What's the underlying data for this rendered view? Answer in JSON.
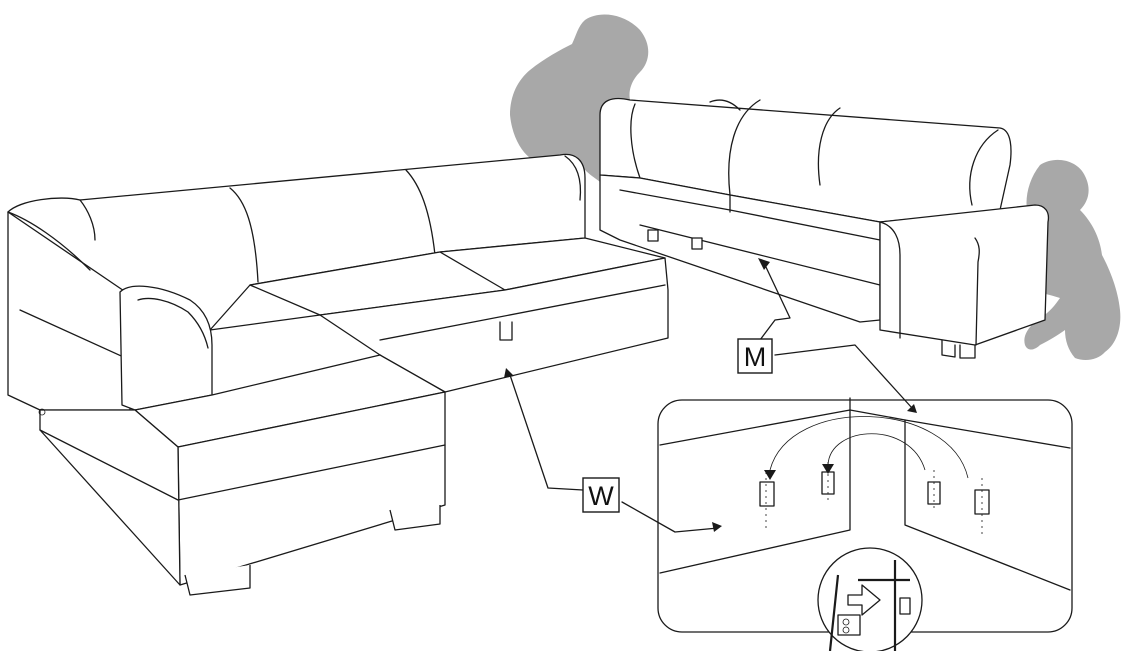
{
  "labels": {
    "module_m": "M",
    "module_w": "W"
  },
  "icons": [
    "person-left-silhouette",
    "person-right-silhouette",
    "connector-bracket-icon",
    "magnifier-detail"
  ]
}
